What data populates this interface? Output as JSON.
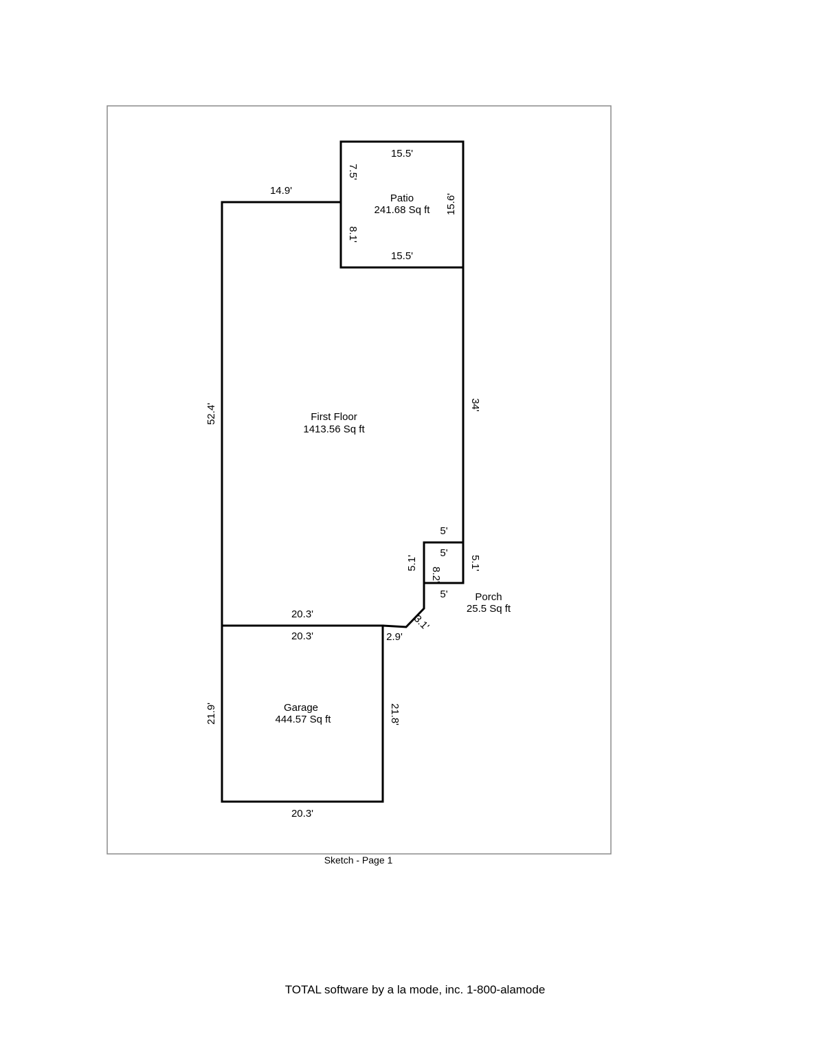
{
  "rooms": {
    "patio": {
      "name": "Patio",
      "area": "241.68 Sq ft"
    },
    "first_floor": {
      "name": "First Floor",
      "area": "1413.56 Sq ft"
    },
    "porch": {
      "name": "Porch",
      "area": "25.5 Sq ft"
    },
    "garage": {
      "name": "Garage",
      "area": "444.57 Sq ft"
    }
  },
  "dimensions": {
    "patio_top": "15.5'",
    "patio_bottom": "15.5'",
    "patio_right": "15.6'",
    "patio_left_upper": "7.5'",
    "patio_left_lower": "8.1'",
    "first_floor_top": "14.9'",
    "first_floor_left": "52.4'",
    "first_floor_right": "34'",
    "porch_top_outer": "5'",
    "porch_top_inner": "5'",
    "porch_left": "5.1'",
    "porch_right": "5.1'",
    "porch_inner_vertical": "8.2'",
    "porch_bottom": "5'",
    "diagonal": "3.1'",
    "step": "2.9'",
    "first_floor_bottom": "20.3'",
    "garage_top": "20.3'",
    "garage_bottom": "20.3'",
    "garage_left": "21.9'",
    "garage_right": "21.8'"
  },
  "caption": "Sketch - Page 1",
  "footer": "TOTAL software by a la mode, inc.  1-800-alamode"
}
